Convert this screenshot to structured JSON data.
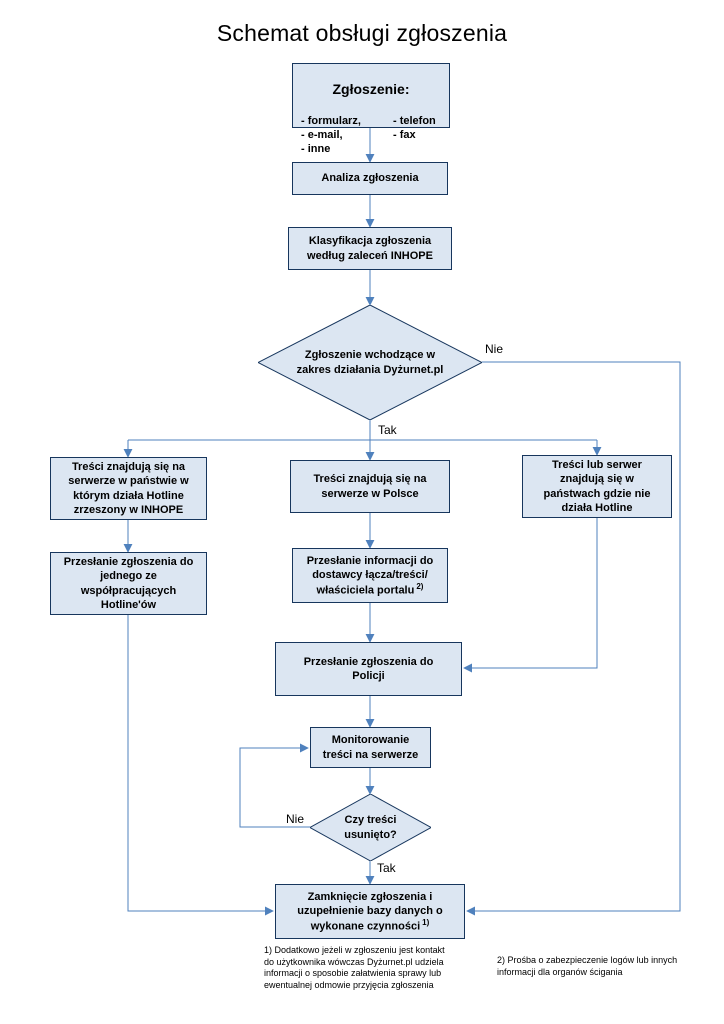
{
  "page": {
    "title": "Schemat obsługi zgłoszenia"
  },
  "colors": {
    "node_fill": "#dce6f2",
    "node_border": "#17365d",
    "connector": "#4f81bd"
  },
  "nodes": {
    "zgloszenie": {
      "title": "Zgłoszenie:",
      "col1": "- formularz,\n- e-mail,\n- inne",
      "col2": "- telefon\n- fax"
    },
    "analiza": {
      "label": "Analiza zgłoszenia"
    },
    "klasyfikacja": {
      "label": "Klasyfikacja zgłoszenia\nwedług zaleceń INHOPE"
    },
    "decyzja_zakres": {
      "label": "Zgłoszenie wchodzące w\nzakres działania Dyżurnet.pl"
    },
    "tresci_inhope": {
      "label": "Treści znajdują się na\nserwerze w państwie w\nktórym działa Hotline\nzrzeszony w INHOPE"
    },
    "tresci_polska": {
      "label": "Treści znajdują się na\nserwerze w Polsce"
    },
    "tresci_brak_hotline": {
      "label": "Treści lub serwer\nznajdują się w\npaństwach gdzie nie\ndziała Hotline"
    },
    "przeslanie_hotline": {
      "label": "Przesłanie zgłoszenia do\njednego ze\nwspółpracujących\nHotline'ów"
    },
    "przeslanie_dostawca": {
      "label": "Przesłanie informacji do\ndostawcy łącza/treści/\nwłaściciela portalu",
      "sup": "2)"
    },
    "przeslanie_policja": {
      "label": "Przesłanie zgłoszenia do\nPolicji"
    },
    "monitorowanie": {
      "label": "Monitorowanie\ntreści na serwerze"
    },
    "decyzja_usunieto": {
      "label": "Czy treści\nusunięto?"
    },
    "zamkniecie": {
      "label": "Zamknięcie zgłoszenia i\nuzupełnienie bazy danych o\nwykonane czynności",
      "sup": "1)"
    }
  },
  "edge_labels": {
    "yes": "Tak",
    "no": "Nie"
  },
  "footnotes": {
    "note1": "1) Dodatkowo jeżeli w zgłoszeniu jest kontakt\ndo użytkownika wówczas Dyżurnet.pl udziela\ninformacji o sposobie załatwienia sprawy lub\newentualnej odmowie przyjęcia zgłoszenia",
    "note2": "2) Prośba o zabezpieczenie logów lub innych\ninformacji dla organów ścigania"
  }
}
